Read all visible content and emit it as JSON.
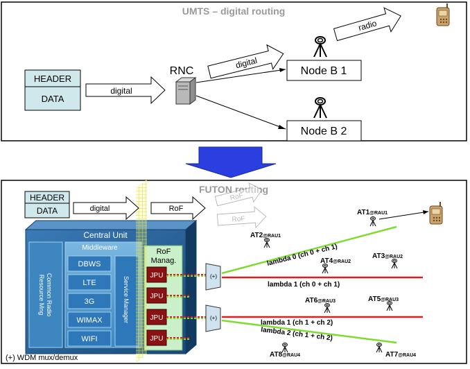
{
  "top_panel": {
    "title": "UMTS – digital routing",
    "header_label": "HEADER",
    "data_label": "DATA",
    "arrow_digital_1": "digital",
    "rnc_label": "RNC",
    "arrow_digital_2": "digital",
    "arrow_radio": "radio",
    "node_b1": "Node B 1",
    "node_b2": "Node B 2"
  },
  "bottom_panel": {
    "title": "FUTON routing",
    "header_label": "HEADER",
    "data_label": "DATA",
    "arrow_digital": "digital",
    "arrow_rof": "RoF",
    "ghost_rof_1": "RoF",
    "ghost_rof_2": "RoF",
    "central_unit": "Central Unit",
    "middleware": "Middleware",
    "crrm_line1": "Common Radio",
    "crrm_line2": "Resource Mng",
    "service_manager": "Service Manager",
    "services": [
      "DBWS",
      "LTE",
      "3G",
      "WIMAX",
      "WIFI"
    ],
    "rof_manager_line1": "RoF",
    "rof_manager_line2": "Manag.",
    "jpu_label": "JPU",
    "mux_label": "(+)",
    "footnote": "(+) WDM mux/demux",
    "lambda_labels": [
      "lambda 0 (ch 0 + ch 1)",
      "lambda 1 (ch 0 + ch 1)",
      "lambda 1 (ch 1 + ch 2)",
      "lambda 2 (ch 1 + ch 2)"
    ],
    "antennas": [
      {
        "at": "AT1",
        "rau": "@RAU1"
      },
      {
        "at": "AT2",
        "rau": "@RAU1"
      },
      {
        "at": "AT3",
        "rau": "@RAU2"
      },
      {
        "at": "AT4",
        "rau": "@RAU2"
      },
      {
        "at": "AT5",
        "rau": "@RAU3"
      },
      {
        "at": "AT6",
        "rau": "@RAU3"
      },
      {
        "at": "AT7",
        "rau": "@RAU4"
      },
      {
        "at": "AT8",
        "rau": "@RAU4"
      }
    ]
  },
  "colors": {
    "panel_border": "#000000",
    "box_fill": "#cfe8ec",
    "down_arrow": "#2b3fe0",
    "central_unit": "#1f5c91",
    "middleware": "#4a90c2",
    "service_item": "#2e77b8",
    "rof_manager": "#c9f0c9",
    "jpu": "#8b1212",
    "fiber_red": "#e21b1b",
    "fiber_green": "#7ddc2e",
    "grid_yellow": "#e8e82a"
  }
}
